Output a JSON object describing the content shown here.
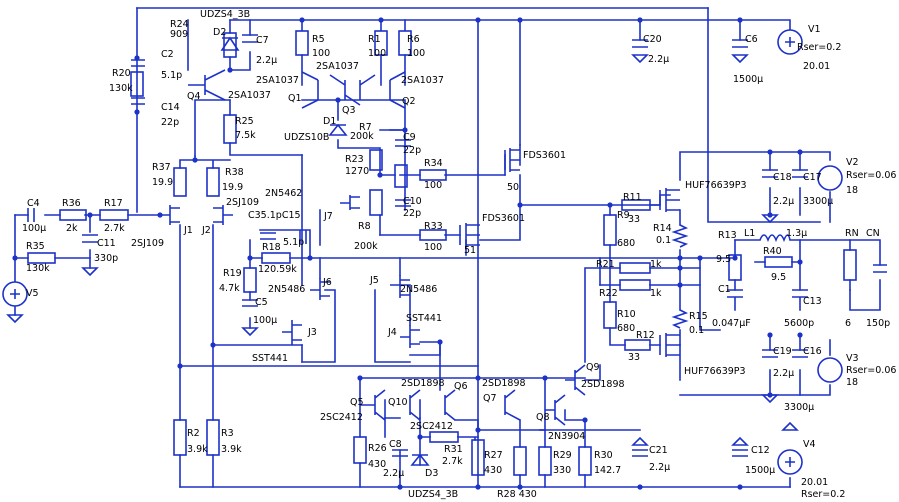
{
  "schematic": {
    "labels": [
      {
        "id": "R24",
        "text": "R24"
      },
      {
        "id": "R24v",
        "text": "909"
      },
      {
        "id": "UD1",
        "text": "UDZS4_3B"
      },
      {
        "id": "D2",
        "text": "D2"
      },
      {
        "id": "C7",
        "text": "C7"
      },
      {
        "id": "C7v",
        "text": "2.2μ"
      },
      {
        "id": "R5",
        "text": "R5"
      },
      {
        "id": "R5v",
        "text": "100"
      },
      {
        "id": "R1",
        "text": "R1"
      },
      {
        "id": "R1v",
        "text": "100"
      },
      {
        "id": "R6",
        "text": "R6"
      },
      {
        "id": "R6v",
        "text": "100"
      },
      {
        "id": "C20",
        "text": "C20"
      },
      {
        "id": "C20v",
        "text": "2.2μ"
      },
      {
        "id": "C6",
        "text": "C6"
      },
      {
        "id": "C6v",
        "text": "1500μ"
      },
      {
        "id": "V1",
        "text": "V1"
      },
      {
        "id": "V1r",
        "text": "Rser=0.2"
      },
      {
        "id": "V1v",
        "text": "20.01"
      },
      {
        "id": "C2",
        "text": "C2"
      },
      {
        "id": "C2v",
        "text": "5.1p"
      },
      {
        "id": "R20",
        "text": "R20"
      },
      {
        "id": "R20v",
        "text": "130k"
      },
      {
        "id": "C14",
        "text": "C14"
      },
      {
        "id": "C14v",
        "text": "22p"
      },
      {
        "id": "Q4",
        "text": "Q4"
      },
      {
        "id": "Q4t1",
        "text": "2SA1037"
      },
      {
        "id": "Q4t2",
        "text": "2SA1037"
      },
      {
        "id": "Q1",
        "text": "Q1"
      },
      {
        "id": "Q1t",
        "text": "2SA1037"
      },
      {
        "id": "Q3",
        "text": "Q3"
      },
      {
        "id": "Q2",
        "text": "Q2"
      },
      {
        "id": "Q2t",
        "text": "2SA1037"
      },
      {
        "id": "R25",
        "text": "R25"
      },
      {
        "id": "R25v",
        "text": "7.5k"
      },
      {
        "id": "D1",
        "text": "D1"
      },
      {
        "id": "UD2",
        "text": "UDZS10B"
      },
      {
        "id": "R7",
        "text": "R7"
      },
      {
        "id": "R7v",
        "text": "200k"
      },
      {
        "id": "C9",
        "text": "C9"
      },
      {
        "id": "C9v",
        "text": "22p"
      },
      {
        "id": "R23",
        "text": "R23"
      },
      {
        "id": "R23v",
        "text": "1270"
      },
      {
        "id": "R34",
        "text": "R34"
      },
      {
        "id": "R34v",
        "text": "100"
      },
      {
        "id": "FDS1",
        "text": "FDS3601"
      },
      {
        "id": "FDS1v",
        "text": "50"
      },
      {
        "id": "R37",
        "text": "R37"
      },
      {
        "id": "R37v",
        "text": "19.9"
      },
      {
        "id": "R38",
        "text": "R38"
      },
      {
        "id": "R38v",
        "text": "19.9"
      },
      {
        "id": "N5462",
        "text": "2N5462"
      },
      {
        "id": "J2t",
        "text": "2SJ109"
      },
      {
        "id": "C35",
        "text": "C35.1pC15"
      },
      {
        "id": "C15v",
        "text": "5.1p"
      },
      {
        "id": "J7",
        "text": "J7"
      },
      {
        "id": "R8",
        "text": "R8"
      },
      {
        "id": "R8v",
        "text": "200k"
      },
      {
        "id": "C10",
        "text": "C10"
      },
      {
        "id": "C10v",
        "text": "22p"
      },
      {
        "id": "R33",
        "text": "R33"
      },
      {
        "id": "R33v",
        "text": "100"
      },
      {
        "id": "FDS2",
        "text": "FDS3601"
      },
      {
        "id": "FDS2v",
        "text": "51"
      },
      {
        "id": "R11",
        "text": "R11"
      },
      {
        "id": "R11v",
        "text": "33"
      },
      {
        "id": "HUF1",
        "text": "HUF76639P3"
      },
      {
        "id": "C18",
        "text": "C18"
      },
      {
        "id": "C18v",
        "text": "2.2μ"
      },
      {
        "id": "C17",
        "text": "C17"
      },
      {
        "id": "C17v",
        "text": "3300μ"
      },
      {
        "id": "V2",
        "text": "V2"
      },
      {
        "id": "V2r",
        "text": "Rser=0.06"
      },
      {
        "id": "V2v",
        "text": "18"
      },
      {
        "id": "C4",
        "text": "C4"
      },
      {
        "id": "C4v",
        "text": "100μ"
      },
      {
        "id": "R36",
        "text": "R36"
      },
      {
        "id": "R36v",
        "text": "2k"
      },
      {
        "id": "R17",
        "text": "R17"
      },
      {
        "id": "R17v",
        "text": "2.7k"
      },
      {
        "id": "C11",
        "text": "C11"
      },
      {
        "id": "C11v",
        "text": "330p"
      },
      {
        "id": "J1t",
        "text": "2SJ109"
      },
      {
        "id": "J1",
        "text": "J1"
      },
      {
        "id": "J2",
        "text": "J2"
      },
      {
        "id": "R18",
        "text": "R18"
      },
      {
        "id": "R18v",
        "text": "120.59k"
      },
      {
        "id": "R9",
        "text": "R9"
      },
      {
        "id": "R9v",
        "text": "680"
      },
      {
        "id": "R14",
        "text": "R14"
      },
      {
        "id": "R14v",
        "text": "0.1"
      },
      {
        "id": "R13",
        "text": "R13"
      },
      {
        "id": "R13v",
        "text": "9.5"
      },
      {
        "id": "L1",
        "text": "L1"
      },
      {
        "id": "L1v",
        "text": "1.3μ"
      },
      {
        "id": "R40",
        "text": "R40"
      },
      {
        "id": "R40v",
        "text": "9.5"
      },
      {
        "id": "RN",
        "text": "RN"
      },
      {
        "id": "CN",
        "text": "CN"
      },
      {
        "id": "R35",
        "text": "R35"
      },
      {
        "id": "R35v",
        "text": "130k"
      },
      {
        "id": "R19",
        "text": "R19"
      },
      {
        "id": "R19v",
        "text": "4.7k"
      },
      {
        "id": "N5486a",
        "text": "2N5486"
      },
      {
        "id": "J6",
        "text": "J6"
      },
      {
        "id": "J5",
        "text": "J5"
      },
      {
        "id": "N5486b",
        "text": "2N5486"
      },
      {
        "id": "R21",
        "text": "R21"
      },
      {
        "id": "R21v",
        "text": "1k"
      },
      {
        "id": "R22",
        "text": "R22"
      },
      {
        "id": "R22v",
        "text": "1k"
      },
      {
        "id": "C1",
        "text": "C1"
      },
      {
        "id": "C13",
        "text": "C13"
      },
      {
        "id": "V5",
        "text": "V5"
      },
      {
        "id": "C5",
        "text": "C5"
      },
      {
        "id": "C5v",
        "text": "100μ"
      },
      {
        "id": "J3",
        "text": "J3"
      },
      {
        "id": "J4",
        "text": "J4"
      },
      {
        "id": "SST1",
        "text": "SST441"
      },
      {
        "id": "SST2",
        "text": "SST441"
      },
      {
        "id": "R10",
        "text": "R10"
      },
      {
        "id": "R10v",
        "text": "680"
      },
      {
        "id": "R15",
        "text": "R15"
      },
      {
        "id": "R15v",
        "text": "0.1"
      },
      {
        "id": "C1v",
        "text": "0.047μF"
      },
      {
        "id": "C13v",
        "text": "5600p"
      },
      {
        "id": "RNv",
        "text": "6"
      },
      {
        "id": "CNv",
        "text": "150p"
      },
      {
        "id": "R12",
        "text": "R12"
      },
      {
        "id": "R12v",
        "text": "33"
      },
      {
        "id": "C19",
        "text": "C19"
      },
      {
        "id": "C19v",
        "text": "2.2μ"
      },
      {
        "id": "C16",
        "text": "C16"
      },
      {
        "id": "V3",
        "text": "V3"
      },
      {
        "id": "V3r",
        "text": "Rser=0.06"
      },
      {
        "id": "V3v",
        "text": "18"
      },
      {
        "id": "HUF2",
        "text": "HUF76639P3"
      },
      {
        "id": "Q9",
        "text": "Q9"
      },
      {
        "id": "Q9t",
        "text": "2SD1898"
      },
      {
        "id": "Q5",
        "text": "Q5"
      },
      {
        "id": "Q10",
        "text": "Q10"
      },
      {
        "id": "Q6t",
        "text": "2SD1898"
      },
      {
        "id": "Q6",
        "text": "Q6"
      },
      {
        "id": "Q7t",
        "text": "2SD1898"
      },
      {
        "id": "Q7",
        "text": "Q7"
      },
      {
        "id": "Q5t",
        "text": "2SC2412"
      },
      {
        "id": "Q10t",
        "text": "2SC2412"
      },
      {
        "id": "Q8",
        "text": "Q8"
      },
      {
        "id": "Q8t",
        "text": "2N3904"
      },
      {
        "id": "C16v",
        "text": "3300μ"
      },
      {
        "id": "R2",
        "text": "R2"
      },
      {
        "id": "R2v",
        "text": "3.9k"
      },
      {
        "id": "R3",
        "text": "R3"
      },
      {
        "id": "R3v",
        "text": "3.9k"
      },
      {
        "id": "R26",
        "text": "R26"
      },
      {
        "id": "R26v",
        "text": "430"
      },
      {
        "id": "C8",
        "text": "C8"
      },
      {
        "id": "C8v",
        "text": "2.2μ"
      },
      {
        "id": "R31",
        "text": "R31"
      },
      {
        "id": "R31v",
        "text": "2.7k"
      },
      {
        "id": "D3",
        "text": "D3"
      },
      {
        "id": "R27",
        "text": "R27"
      },
      {
        "id": "R27v",
        "text": "430"
      },
      {
        "id": "R29",
        "text": "R29"
      },
      {
        "id": "R29v",
        "text": "330"
      },
      {
        "id": "R30",
        "text": "R30"
      },
      {
        "id": "R30v",
        "text": "142.7"
      },
      {
        "id": "C21",
        "text": "C21"
      },
      {
        "id": "C21v",
        "text": "2.2μ"
      },
      {
        "id": "C12",
        "text": "C12"
      },
      {
        "id": "C12v",
        "text": "1500μ"
      },
      {
        "id": "V4",
        "text": "V4"
      },
      {
        "id": "V4v",
        "text": "20.01"
      },
      {
        "id": "V4r",
        "text": "Rser=0.2"
      },
      {
        "id": "UD3",
        "text": "UDZS4_3B"
      },
      {
        "id": "R28",
        "text": "R28 430"
      }
    ]
  }
}
